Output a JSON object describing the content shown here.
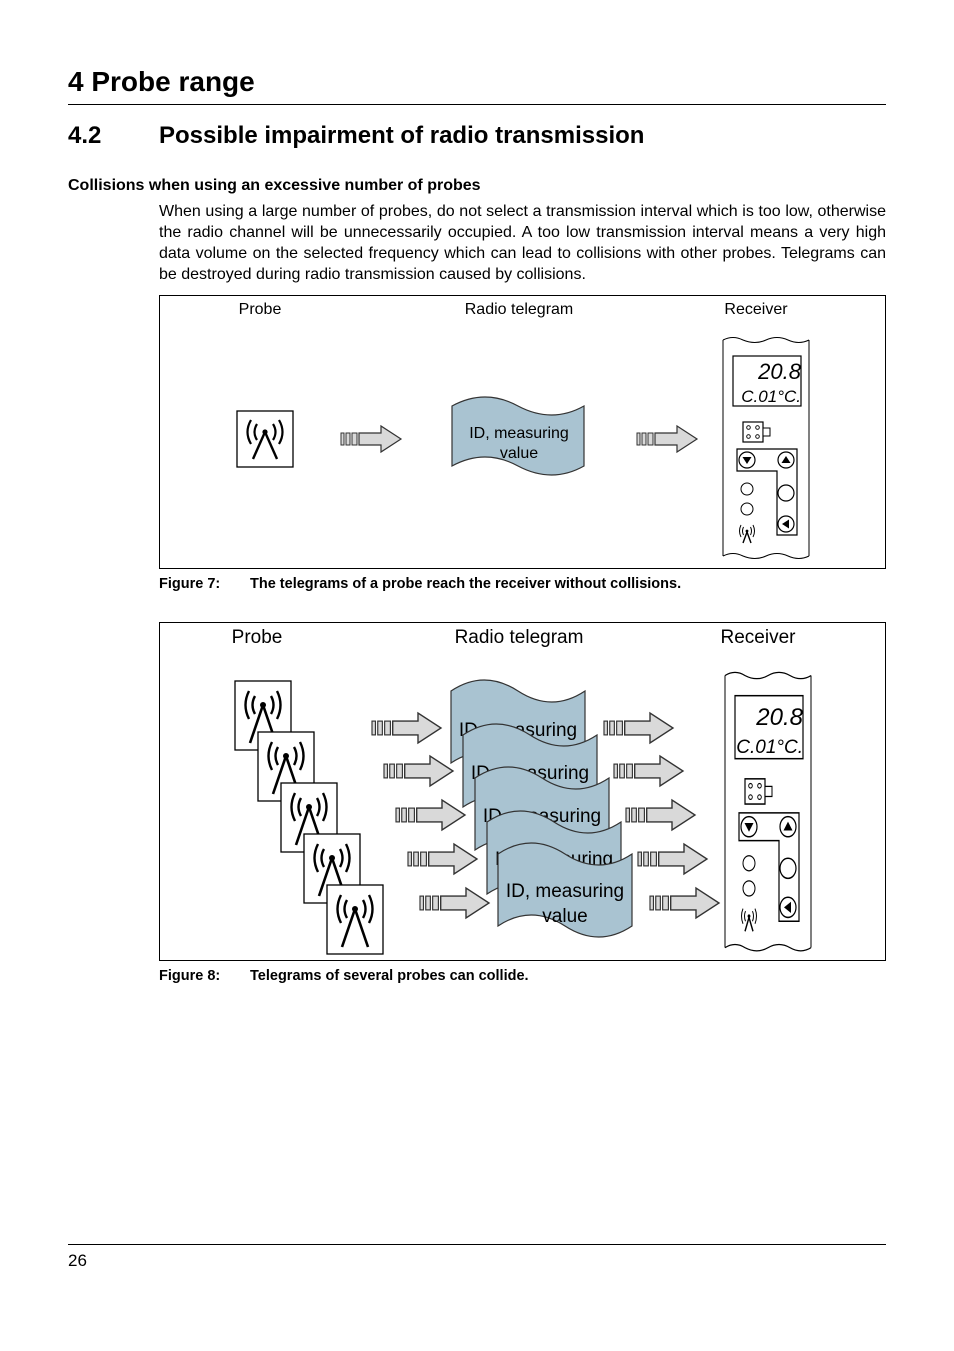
{
  "header": {
    "chapter_title": "4 Probe range"
  },
  "section": {
    "number": "4.2",
    "title": "Possible impairment of radio transmission"
  },
  "subheading": "Collisions when using an excessive number of probes",
  "paragraph": "When using a large number of probes, do not select a transmission interval which is too low, otherwise the radio channel will be unnecessarily occupied. A too low transmission interval means a very high data volume on the selected frequency which can lead to collisions with other probes. Telegrams can be destroyed during radio transmission caused by collisions.",
  "figure7": {
    "label_probe": "Probe",
    "label_telegram": "Radio telegram",
    "label_receiver": "Receiver",
    "telegram_line1": "ID, measuring",
    "telegram_line2": "value",
    "display_value": "20.8",
    "display_code": "C.01°C.",
    "caption_number": "Figure 7:",
    "caption_text": "The telegrams of a probe reach the receiver without collisions."
  },
  "figure8": {
    "label_probe": "Probe",
    "label_telegram": "Radio telegram",
    "label_receiver": "Receiver",
    "telegram_line1": "ID, measuring",
    "telegram_line2": "value",
    "partial_text": "ID, measuring",
    "display_value": "20.8",
    "display_code": "C.01°C.",
    "caption_number": "Figure 8:",
    "caption_text": "Telegrams of several probes can collide."
  },
  "colors": {
    "telegram_fill": "#a9c3d1",
    "arrow_fill": "#d9d9d9"
  },
  "footer": {
    "page_number": "26"
  }
}
